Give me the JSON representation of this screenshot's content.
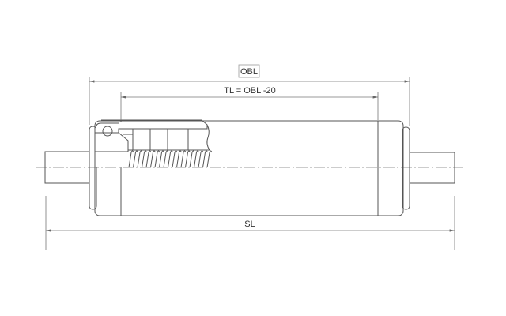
{
  "dimensions": {
    "obl_label": "OBL",
    "tl_label": "TL = OBL -20",
    "sl_label": "SL"
  },
  "colors": {
    "line": "#555555",
    "background": "#ffffff"
  }
}
